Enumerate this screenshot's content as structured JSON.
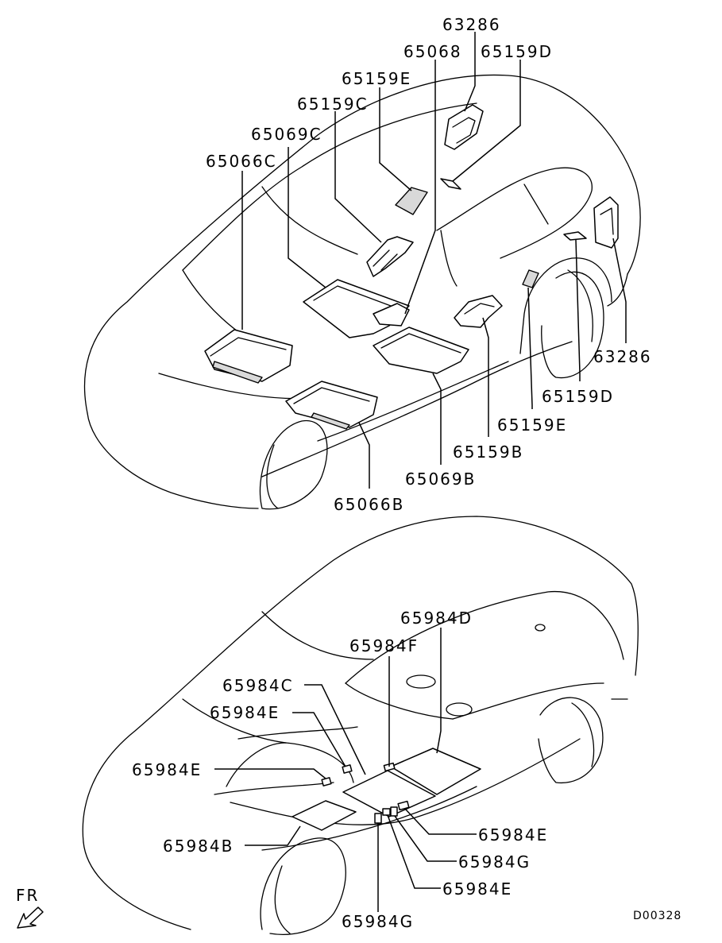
{
  "labels": {
    "top": {
      "p63286_a": "63286",
      "p65068": "65068",
      "p65159D_a": "65159D",
      "p65159E_a": "65159E",
      "p65159C": "65159C",
      "p65069C": "65069C",
      "p65066C": "65066C",
      "p63286_b": "63286",
      "p65159D_b": "65159D",
      "p65159E_b": "65159E",
      "p65159B": "65159B",
      "p65069B": "65069B",
      "p65066B": "65066B"
    },
    "bottom": {
      "p65984D": "65984D",
      "p65984F": "65984F",
      "p65984C": "65984C",
      "p65984E_a": "65984E",
      "p65984E_b": "65984E",
      "p65984B": "65984B",
      "p65984E_c": "65984E",
      "p65984G_a": "65984G",
      "p65984E_d": "65984E",
      "p65984G_b": "65984G"
    }
  },
  "direction_label": "FR",
  "diagram_code": "D00328"
}
